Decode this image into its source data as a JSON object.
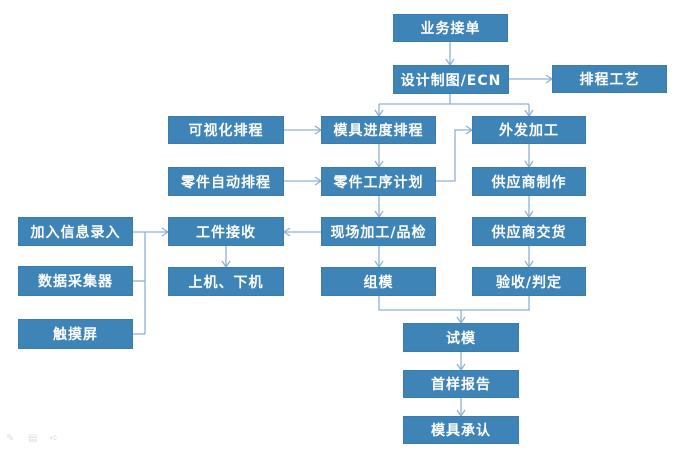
{
  "nodes": {
    "business_order": "业务接单",
    "design_ecn": "设计制图/ECN",
    "process_schedule": "排程工艺",
    "visual_schedule": "可视化排程",
    "mold_progress": "模具进度排程",
    "outsource": "外发加工",
    "part_auto_schedule": "零件自动排程",
    "part_process_plan": "零件工序计划",
    "supplier_make": "供应商制作",
    "info_entry": "加入信息录入",
    "workpiece_receive": "工件接收",
    "onsite_qc": "现场加工/品检",
    "supplier_deliver": "供应商交货",
    "data_collector": "数据采集器",
    "load_unload": "上机、下机",
    "assembly": "组模",
    "inspect_judge": "验收/判定",
    "touchscreen": "触摸屏",
    "trial_mold": "试模",
    "first_sample": "首样报告",
    "mold_approval": "模具承认"
  },
  "toolbar": {
    "pen": "✎",
    "menu": "▤",
    "next": "➪"
  }
}
